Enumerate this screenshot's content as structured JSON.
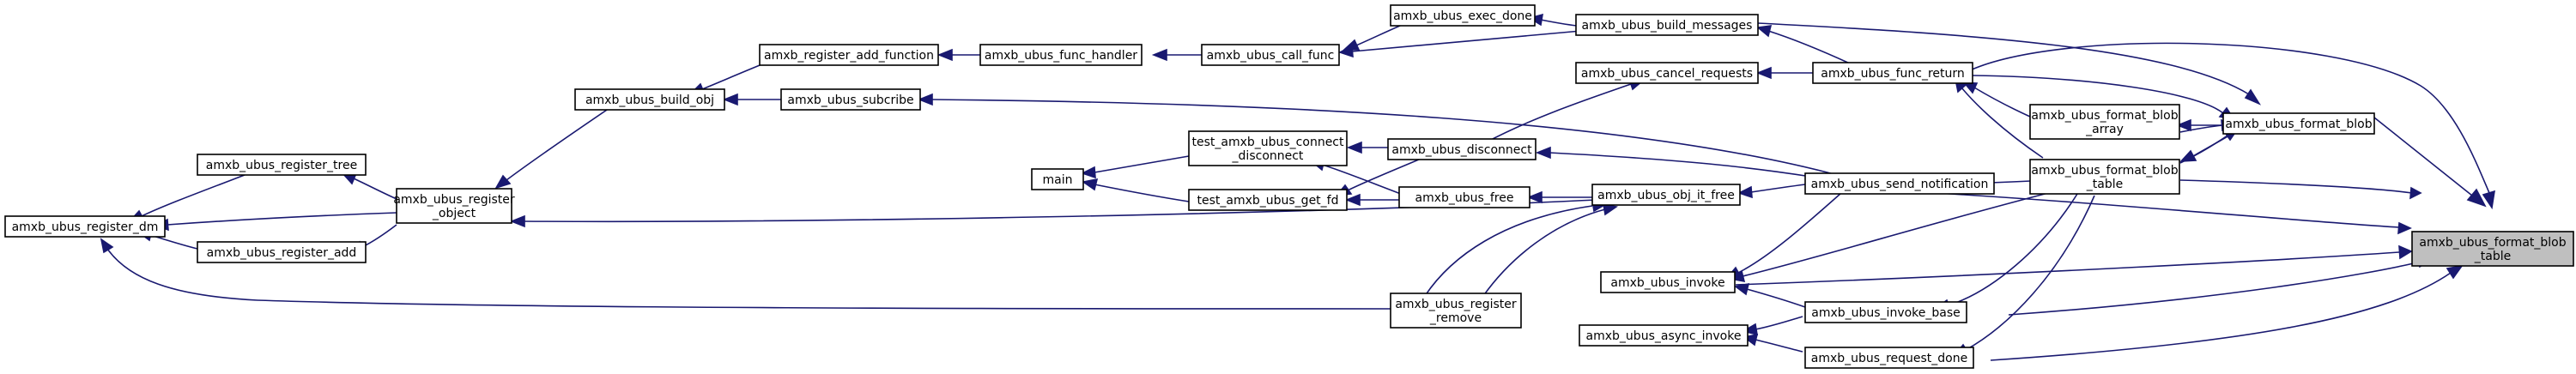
{
  "graph": {
    "title": "",
    "nodes": [
      {
        "id": "target",
        "lines": [
          "amxb_ubus_format_blob",
          "_table"
        ],
        "highlighted": true
      },
      {
        "id": "format_blob",
        "lines": [
          "amxb_ubus_format_blob"
        ]
      },
      {
        "id": "format_blob_array",
        "lines": [
          "amxb_ubus_format_blob",
          "_array"
        ]
      },
      {
        "id": "format_blob_table2",
        "lines": [
          "amxb_ubus_format_blob",
          "_table"
        ]
      },
      {
        "id": "func_return",
        "lines": [
          "amxb_ubus_func_return"
        ]
      },
      {
        "id": "build_messages",
        "lines": [
          "amxb_ubus_build_messages"
        ]
      },
      {
        "id": "exec_done",
        "lines": [
          "amxb_ubus_exec_done"
        ]
      },
      {
        "id": "call_func",
        "lines": [
          "amxb_ubus_call_func"
        ]
      },
      {
        "id": "func_handler",
        "lines": [
          "amxb_ubus_func_handler"
        ]
      },
      {
        "id": "register_add_function",
        "lines": [
          "amxb_register_add_function"
        ]
      },
      {
        "id": "build_obj",
        "lines": [
          "amxb_ubus_build_obj"
        ]
      },
      {
        "id": "register_object",
        "lines": [
          "amxb_ubus_register",
          "_object"
        ]
      },
      {
        "id": "register_tree",
        "lines": [
          "amxb_ubus_register_tree"
        ]
      },
      {
        "id": "register_dm",
        "lines": [
          "amxb_ubus_register_dm"
        ]
      },
      {
        "id": "register_add",
        "lines": [
          "amxb_ubus_register_add"
        ]
      },
      {
        "id": "cancel_requests",
        "lines": [
          "amxb_ubus_cancel_requests"
        ]
      },
      {
        "id": "subcribe",
        "lines": [
          "amxb_ubus_subcribe"
        ]
      },
      {
        "id": "send_notification",
        "lines": [
          "amxb_ubus_send_notification"
        ]
      },
      {
        "id": "disconnect",
        "lines": [
          "amxb_ubus_disconnect"
        ]
      },
      {
        "id": "test_connect_disconnect",
        "lines": [
          "test_amxb_ubus_connect",
          "_disconnect"
        ]
      },
      {
        "id": "main",
        "lines": [
          "main"
        ]
      },
      {
        "id": "test_get_fd",
        "lines": [
          "test_amxb_ubus_get_fd"
        ]
      },
      {
        "id": "free",
        "lines": [
          "amxb_ubus_free"
        ]
      },
      {
        "id": "obj_it_free",
        "lines": [
          "amxb_ubus_obj_it_free"
        ]
      },
      {
        "id": "register_remove",
        "lines": [
          "amxb_ubus_register",
          "_remove"
        ]
      },
      {
        "id": "invoke",
        "lines": [
          "amxb_ubus_invoke"
        ]
      },
      {
        "id": "invoke_base",
        "lines": [
          "amxb_ubus_invoke_base"
        ]
      },
      {
        "id": "async_invoke",
        "lines": [
          "amxb_ubus_async_invoke"
        ]
      },
      {
        "id": "request_done",
        "lines": [
          "amxb_ubus_request_done"
        ]
      }
    ]
  }
}
